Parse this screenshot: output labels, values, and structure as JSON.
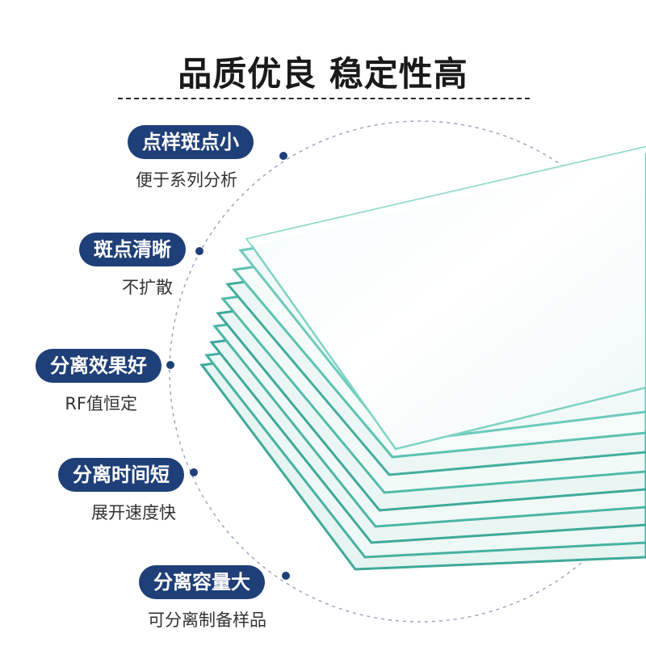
{
  "title": "品质优良 稳定性高",
  "colors": {
    "badge": "#1f3f78",
    "accent_dot": "#1f3f78",
    "glass_edge": "#5fc4b0"
  },
  "features": [
    {
      "label": "点样斑点小",
      "desc": "便于系列分析"
    },
    {
      "label": "斑点清晰",
      "desc": "不扩散"
    },
    {
      "label": "分离效果好",
      "desc": "RF值恒定"
    },
    {
      "label": "分离时间短",
      "desc": "展开速度快"
    },
    {
      "label": "分离容量大",
      "desc": "可分离制备样品"
    }
  ]
}
